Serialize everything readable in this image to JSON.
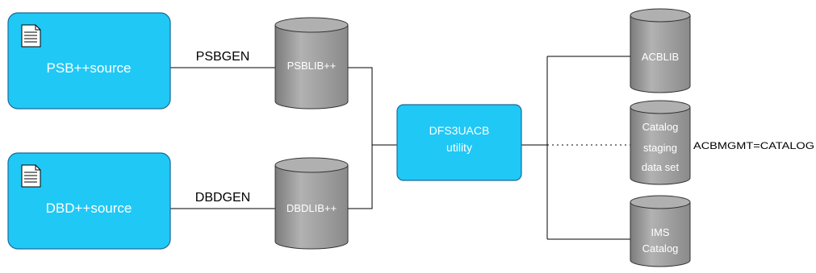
{
  "source_boxes": [
    {
      "label": "PSB++source",
      "icon": "document-icon"
    },
    {
      "label": "DBD++source",
      "icon": "document-icon"
    }
  ],
  "gen_steps": [
    {
      "label": "PSBGEN"
    },
    {
      "label": "DBDGEN"
    }
  ],
  "libraries": [
    {
      "label": "PSBLIB++"
    },
    {
      "label": "DBDLIB++"
    }
  ],
  "utility": {
    "line1": "DFS3UACB",
    "line2": "utility"
  },
  "outputs": [
    {
      "lines": [
        "ACBLIB"
      ]
    },
    {
      "lines": [
        "Catalog",
        "staging",
        "data set"
      ]
    },
    {
      "lines": [
        "IMS",
        "Catalog"
      ]
    }
  ],
  "annotation": {
    "label": "ACBMGMT=CATALOG"
  },
  "colors": {
    "box_fill": "#20c8f5",
    "box_stroke": "#1a6a9a",
    "cylinder_fill": "#a9a9a9",
    "cylinder_dark": "#6f6f6f",
    "cylinder_stroke": "#333333",
    "line": "#000000"
  }
}
